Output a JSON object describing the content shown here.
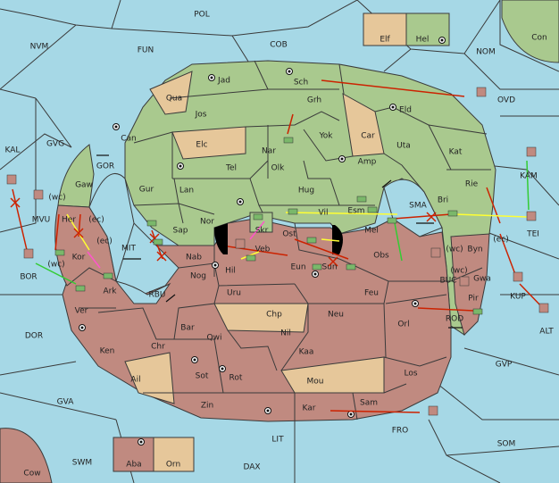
{
  "colors": {
    "sea": "#a6d8e6",
    "green_power": "#a9c98e",
    "red_power": "#c08a80",
    "neutral_land": "#e6c79a",
    "move_order": "#cc2200",
    "support_order": "#ffff33",
    "convoy_order": "#33cc33",
    "retreat_order": "#ff55cc"
  },
  "legend": {
    "top": {
      "left": "Elf",
      "right": "Hel"
    },
    "bottom": {
      "left": "Aba",
      "right": "Orn"
    }
  },
  "sea_labels": {
    "pol": "POL",
    "nvm": "NVM",
    "fun": "FUN",
    "cob": "COB",
    "nom": "NOM",
    "con": "Con",
    "ovd": "OVD",
    "kal": "KAL",
    "gvg": "GVG",
    "gor": "GOR",
    "kam": "KAM",
    "sma": "SMA",
    "tei": "TEI",
    "mvu": "MVU",
    "bor": "BOR",
    "mit": "MIT",
    "rbu": "RBU",
    "buc": "BUC",
    "kup": "KUP",
    "alt": "ALT",
    "rod": "ROD",
    "dor": "DOR",
    "gvp": "GVP",
    "gva": "GVA",
    "fro": "FRO",
    "som": "SOM",
    "lit": "LIT",
    "swm": "SWM",
    "dax": "DAX",
    "cow": "Cow"
  },
  "land_labels": {
    "jad": "Jad",
    "sch": "Sch",
    "qua": "Qua",
    "jos": "Jos",
    "grh": "Grh",
    "eld": "Eld",
    "can": "Can",
    "elc": "Elc",
    "nar": "Nar",
    "yok": "Yok",
    "car": "Car",
    "uta": "Uta",
    "kat": "Kat",
    "tel": "Tel",
    "olk": "Olk",
    "amp": "Amp",
    "gaw": "Gaw",
    "gur": "Gur",
    "hug": "Hug",
    "rie": "Rie",
    "lan": "Lan",
    "bri": "Bri",
    "nor": "Nor",
    "skr": "Skr",
    "vil": "Vil",
    "esm": "Esm",
    "her": "Her",
    "sap": "Sap",
    "ost": "Ost",
    "mel": "Mel",
    "veb": "Veb",
    "obs": "Obs",
    "kor": "Kor",
    "nab": "Nab",
    "hil": "Hil",
    "eun": "Eun",
    "sun": "Sun",
    "byn": "Byn",
    "gwa": "Gwa",
    "ark": "Ark",
    "nog": "Nog",
    "uru": "Uru",
    "feu": "Feu",
    "pir": "Pir",
    "ver": "Ver",
    "chp": "Chp",
    "neu": "Neu",
    "orl": "Orl",
    "bar": "Bar",
    "qwi": "Qwi",
    "nil": "Nil",
    "ken": "Ken",
    "chr": "Chr",
    "kaa": "Kaa",
    "ail": "Ail",
    "sot": "Sot",
    "rot": "Rot",
    "mou": "Mou",
    "los": "Los",
    "zin": "Zin",
    "sam": "Sam",
    "kar": "Kar"
  },
  "coast_tags": {
    "wc1": "(wc)",
    "ec1": "(ec)",
    "ec2": "(ec)",
    "wc2": "(wc)",
    "wc3": "(wc)",
    "ec3": "(ec)",
    "wc4": "(wc)"
  }
}
